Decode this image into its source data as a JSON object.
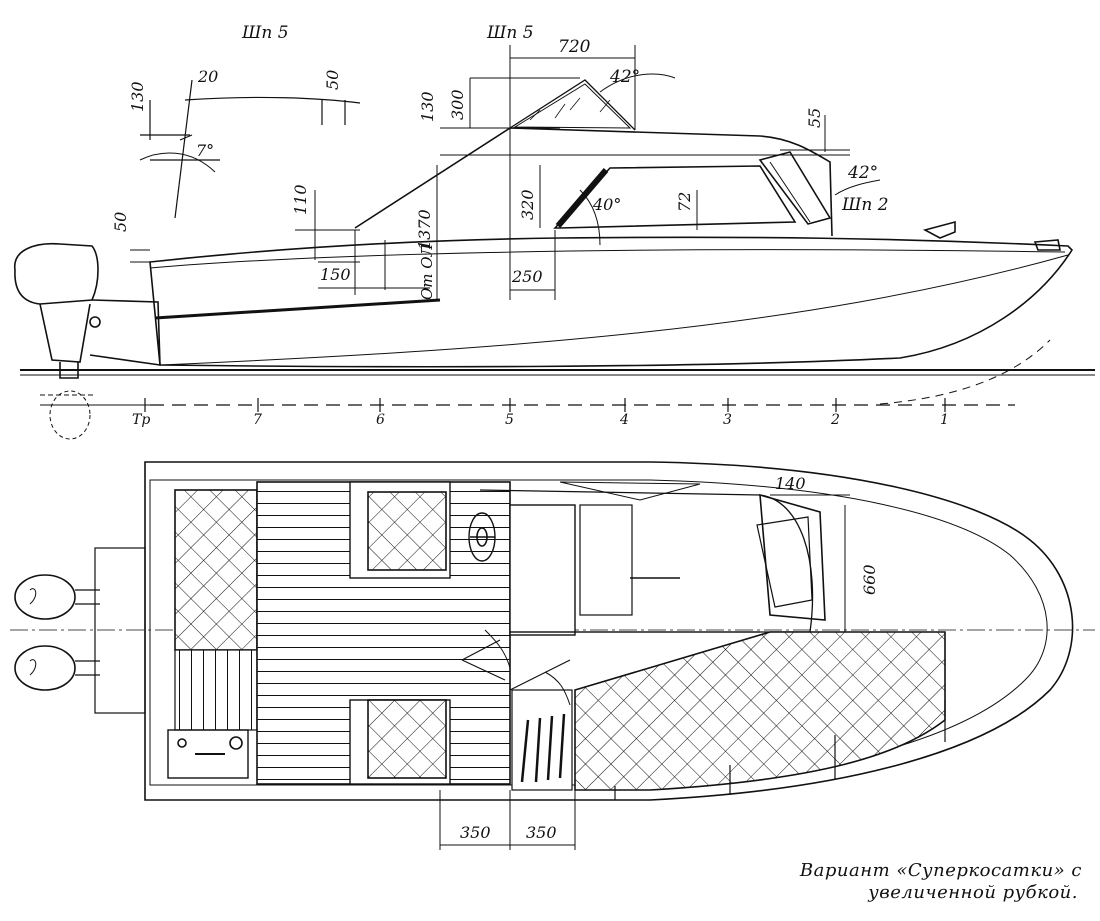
{
  "side_view": {
    "section_labels": {
      "sp5_left": "Шп 5",
      "sp5_right": "Шп 5",
      "sp2": "Шп 2"
    },
    "dimensions": {
      "d720": "720",
      "d300": "300",
      "d130_top": "130",
      "d55": "55",
      "d130_left": "130",
      "d20": "20",
      "d50_top": "50",
      "d110": "110",
      "d1370": "1370",
      "d320": "320",
      "d72": "72",
      "d50_left": "50",
      "d150": "150",
      "d250": "250"
    },
    "angles": {
      "a42_top": "42°",
      "a42_right": "42°",
      "a40": "40°",
      "a7": "7°"
    },
    "baseline_note": "От ОЛ",
    "stations": [
      "Тр",
      "7",
      "6",
      "5",
      "4",
      "3",
      "2",
      "1"
    ]
  },
  "plan_view": {
    "dimensions": {
      "d140": "140",
      "d660": "660",
      "d350_left": "350",
      "d350_right": "350"
    }
  },
  "caption": {
    "line1": "Вариант «Суперкосатки» с",
    "line2": "увеличенной рубкой."
  },
  "colors": {
    "ink": "#111111",
    "paper": "#ffffff"
  }
}
